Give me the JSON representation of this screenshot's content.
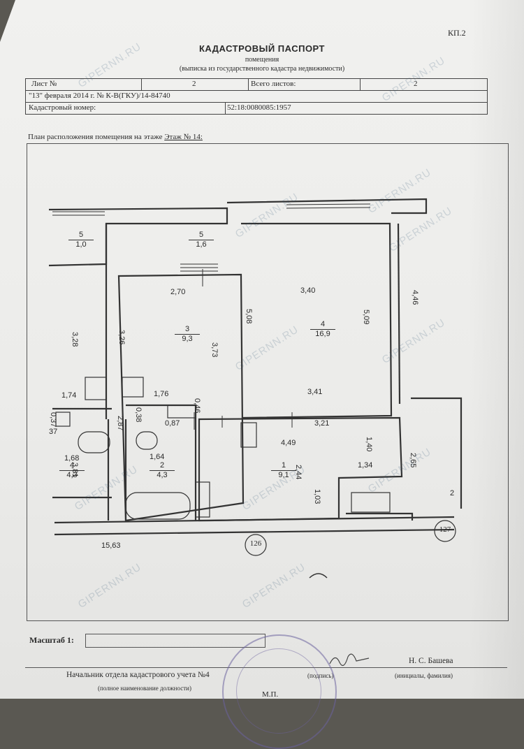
{
  "header": {
    "corner_code": "КП.2",
    "title": "КАДАСТРОВЫЙ ПАСПОРТ",
    "subtitle": "помещения",
    "subnote": "(выписка из государственного кадастра недвижимости)",
    "sheet_label": "Лист №",
    "sheet_value": "2",
    "total_label": "Всего листов:",
    "total_value": "2",
    "date_line": "\"13\" февраля 2014 г. № К-В(ГКУ)/14-84740",
    "cadastral_label": "Кадастровый номер:",
    "cadastral_value": "52:18:0080085:1957"
  },
  "plan": {
    "caption_prefix": "План расположения помещения на этаже",
    "caption_floor": "Этаж № 14:",
    "rooms": [
      {
        "number": "5",
        "area": "1,0"
      },
      {
        "number": "5",
        "area": "1,6"
      },
      {
        "number": "3",
        "area": "9,3"
      },
      {
        "number": "4",
        "area": "16,9"
      },
      {
        "number": "2",
        "area": "4,3"
      },
      {
        "number": "4",
        "area": "4,3"
      },
      {
        "number": "1",
        "area": "9,1"
      }
    ],
    "dimensions": [
      "2,70",
      "3,26",
      "3,73",
      "3,40",
      "5,08",
      "5,09",
      "3,41",
      "4,46",
      "3,28",
      "1,74",
      "0,37",
      "37",
      "1,68",
      "3,81",
      "2,87",
      "0,38",
      "1,76",
      "0,46",
      "0,87",
      "1,64",
      "3,21",
      "4,49",
      "1,40",
      "2,44",
      "1,34",
      "1,03",
      "2,65",
      "2",
      "15,63"
    ],
    "markers": [
      "126",
      "127"
    ]
  },
  "footer": {
    "scale_label": "Масштаб 1:",
    "chief_title": "Начальник отдела кадастрового учета №4",
    "chief_note": "(полное наименование должности)",
    "sign_note": "(подпись)",
    "person_name": "Н. С. Башева",
    "person_note": "(инициалы, фамилия)",
    "stamp_label": "М.П."
  },
  "watermarks": [
    "GIPERNN.RU",
    "GIPERNN.RU",
    "GIPERNN.RU",
    "GIPERNN.RU",
    "GIPERNN.RU",
    "GIPERNN.RU",
    "GIPERNN.RU",
    "GIPERNN.RU",
    "GIPERNN.RU",
    "GIPERNN.RU",
    "GIPERNN.RU",
    "GIPERNN.RU"
  ]
}
